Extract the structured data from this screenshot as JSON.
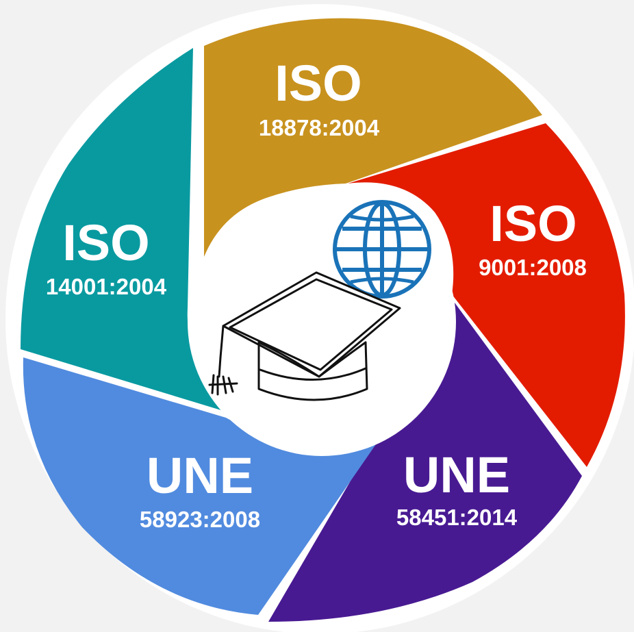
{
  "segments": [
    {
      "code": "ISO",
      "number": "18878:2004",
      "color": "#c8921e"
    },
    {
      "code": "ISO",
      "number": "9001:2008",
      "color": "#e31c00"
    },
    {
      "code": "UNE",
      "number": "58451:2014",
      "color": "#481a92"
    },
    {
      "code": "UNE",
      "number": "58923:2008",
      "color": "#518bdf"
    },
    {
      "code": "ISO",
      "number": "14001:2004",
      "color": "#099aa0"
    }
  ],
  "center": {
    "icons": [
      "graduation-cap-icon",
      "globe-icon"
    ],
    "globe_color": "#1a73b8"
  }
}
